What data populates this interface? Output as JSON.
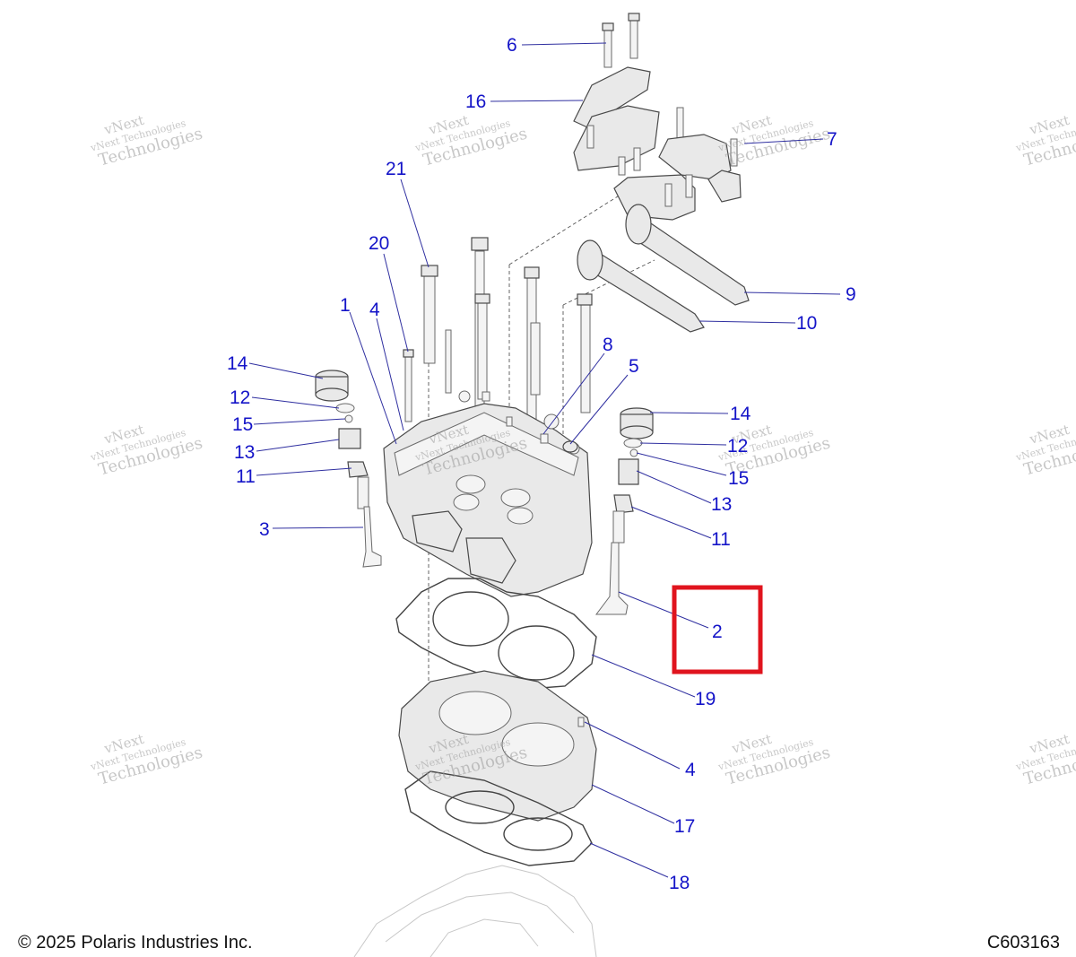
{
  "callouts": [
    {
      "label": "6"
    },
    {
      "label": "16"
    },
    {
      "label": "7"
    },
    {
      "label": "21"
    },
    {
      "label": "20"
    },
    {
      "label": "9"
    },
    {
      "label": "10"
    },
    {
      "label": "1"
    },
    {
      "label": "4"
    },
    {
      "label": "8"
    },
    {
      "label": "5"
    },
    {
      "label": "14"
    },
    {
      "label": "12"
    },
    {
      "label": "15"
    },
    {
      "label": "13"
    },
    {
      "label": "11"
    },
    {
      "label": "3"
    },
    {
      "label": "14"
    },
    {
      "label": "12"
    },
    {
      "label": "15"
    },
    {
      "label": "13"
    },
    {
      "label": "11"
    },
    {
      "label": "2"
    },
    {
      "label": "19"
    },
    {
      "label": "4"
    },
    {
      "label": "17"
    },
    {
      "label": "18"
    }
  ],
  "watermark": {
    "line1": "vNext",
    "line2": "vNext Technologies",
    "line3": "Technologies"
  },
  "highlight": {
    "color": "#e0141e",
    "target_callout": "2"
  },
  "colors": {
    "callout_text": "#1414c8",
    "leader": "#2f2fa0"
  },
  "footer": {
    "copyright": "© 2025 Polaris Industries Inc.",
    "drawing_id": "C603163"
  }
}
